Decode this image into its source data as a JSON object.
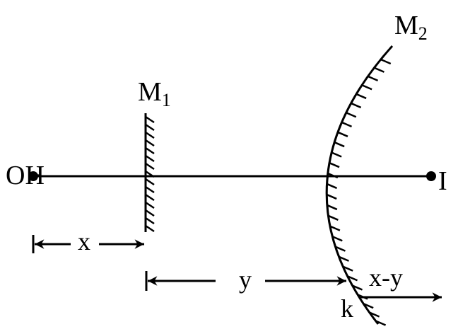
{
  "labels": {
    "object": "OH",
    "image": "I",
    "mirror1": "M",
    "mirror1_sub": "1",
    "mirror2": "M",
    "mirror2_sub": "2",
    "distance_x": "x",
    "distance_y": "y",
    "distance_x_minus_y": "x-y",
    "point_k": "k"
  }
}
